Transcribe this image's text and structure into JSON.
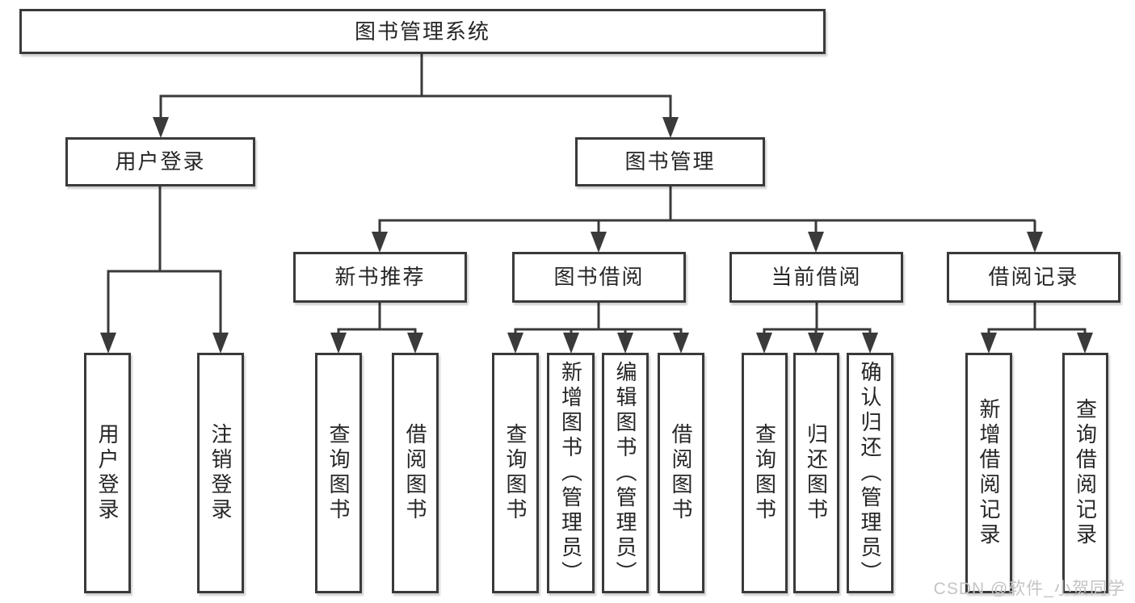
{
  "diagram": {
    "root": {
      "label": "图书管理系统"
    },
    "level1": [
      {
        "label": "用户登录"
      },
      {
        "label": "图书管理"
      }
    ],
    "level2": [
      {
        "label": "新书推荐"
      },
      {
        "label": "图书借阅"
      },
      {
        "label": "当前借阅"
      },
      {
        "label": "借阅记录"
      }
    ],
    "leaves": [
      {
        "label": "用户登录"
      },
      {
        "label": "注销登录"
      },
      {
        "label": "查询图书"
      },
      {
        "label": "借阅图书"
      },
      {
        "label": "查询图书"
      },
      {
        "label": "新增图书（管理员）"
      },
      {
        "label": "编辑图书（管理员）"
      },
      {
        "label": "借阅图书"
      },
      {
        "label": "查询图书"
      },
      {
        "label": "归还图书"
      },
      {
        "label": "确认归还（管理员）"
      },
      {
        "label": "新增借阅记录"
      },
      {
        "label": "查询借阅记录"
      }
    ],
    "line_color": "#3a3a3a"
  },
  "watermark": {
    "text": "CSDN @软件_小贺同学"
  }
}
